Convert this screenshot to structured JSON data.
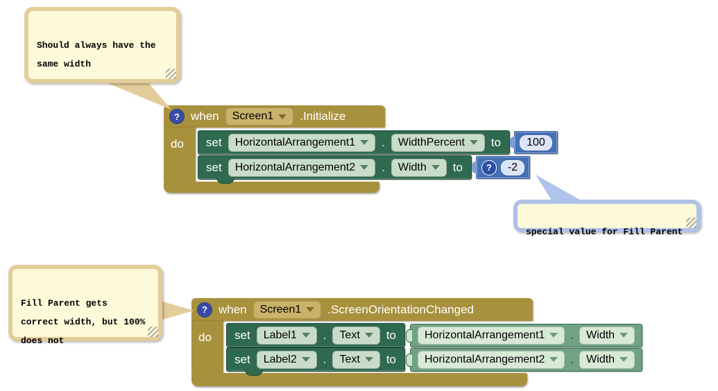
{
  "colors": {
    "block_gold": "#A8913D",
    "block_set_green": "#2E6950",
    "block_getter_green": "#70A383",
    "block_math_blue": "#4470B5",
    "comment_fill": "#FDFADA",
    "comment_border_tan": "#E3CD9B",
    "comment_border_blue": "#AEC1E8"
  },
  "comments": {
    "top_left": {
      "text": "Should always have the\nsame width"
    },
    "fill_parent": {
      "text": "special value for Fill Parent"
    },
    "bottom_left": {
      "text": "Fill Parent gets\ncorrect width, but 100%\ndoes not"
    }
  },
  "blocks": {
    "initialize_event": {
      "help": "?",
      "when_label": "when",
      "component": "Screen1",
      "event": ".Initialize",
      "do_label": "do",
      "rows": [
        {
          "set_label": "set",
          "component": "HorizontalArrangement1",
          "dot": ".",
          "property": "WidthPercent",
          "to_label": "to",
          "value": "100"
        },
        {
          "set_label": "set",
          "component": "HorizontalArrangement2",
          "dot": ".",
          "property": "Width",
          "to_label": "to",
          "help": "?",
          "value": "-2"
        }
      ]
    },
    "orientation_event": {
      "help": "?",
      "when_label": "when",
      "component": "Screen1",
      "event": ".ScreenOrientationChanged",
      "do_label": "do",
      "rows": [
        {
          "set_label": "set",
          "component": "Label1",
          "dot": ".",
          "property": "Text",
          "to_label": "to",
          "getter": {
            "component": "HorizontalArrangement1",
            "dot": ".",
            "property": "Width"
          }
        },
        {
          "set_label": "set",
          "component": "Label2",
          "dot": ".",
          "property": "Text",
          "to_label": "to",
          "getter": {
            "component": "HorizontalArrangement2",
            "dot": ".",
            "property": "Width"
          }
        }
      ]
    }
  }
}
